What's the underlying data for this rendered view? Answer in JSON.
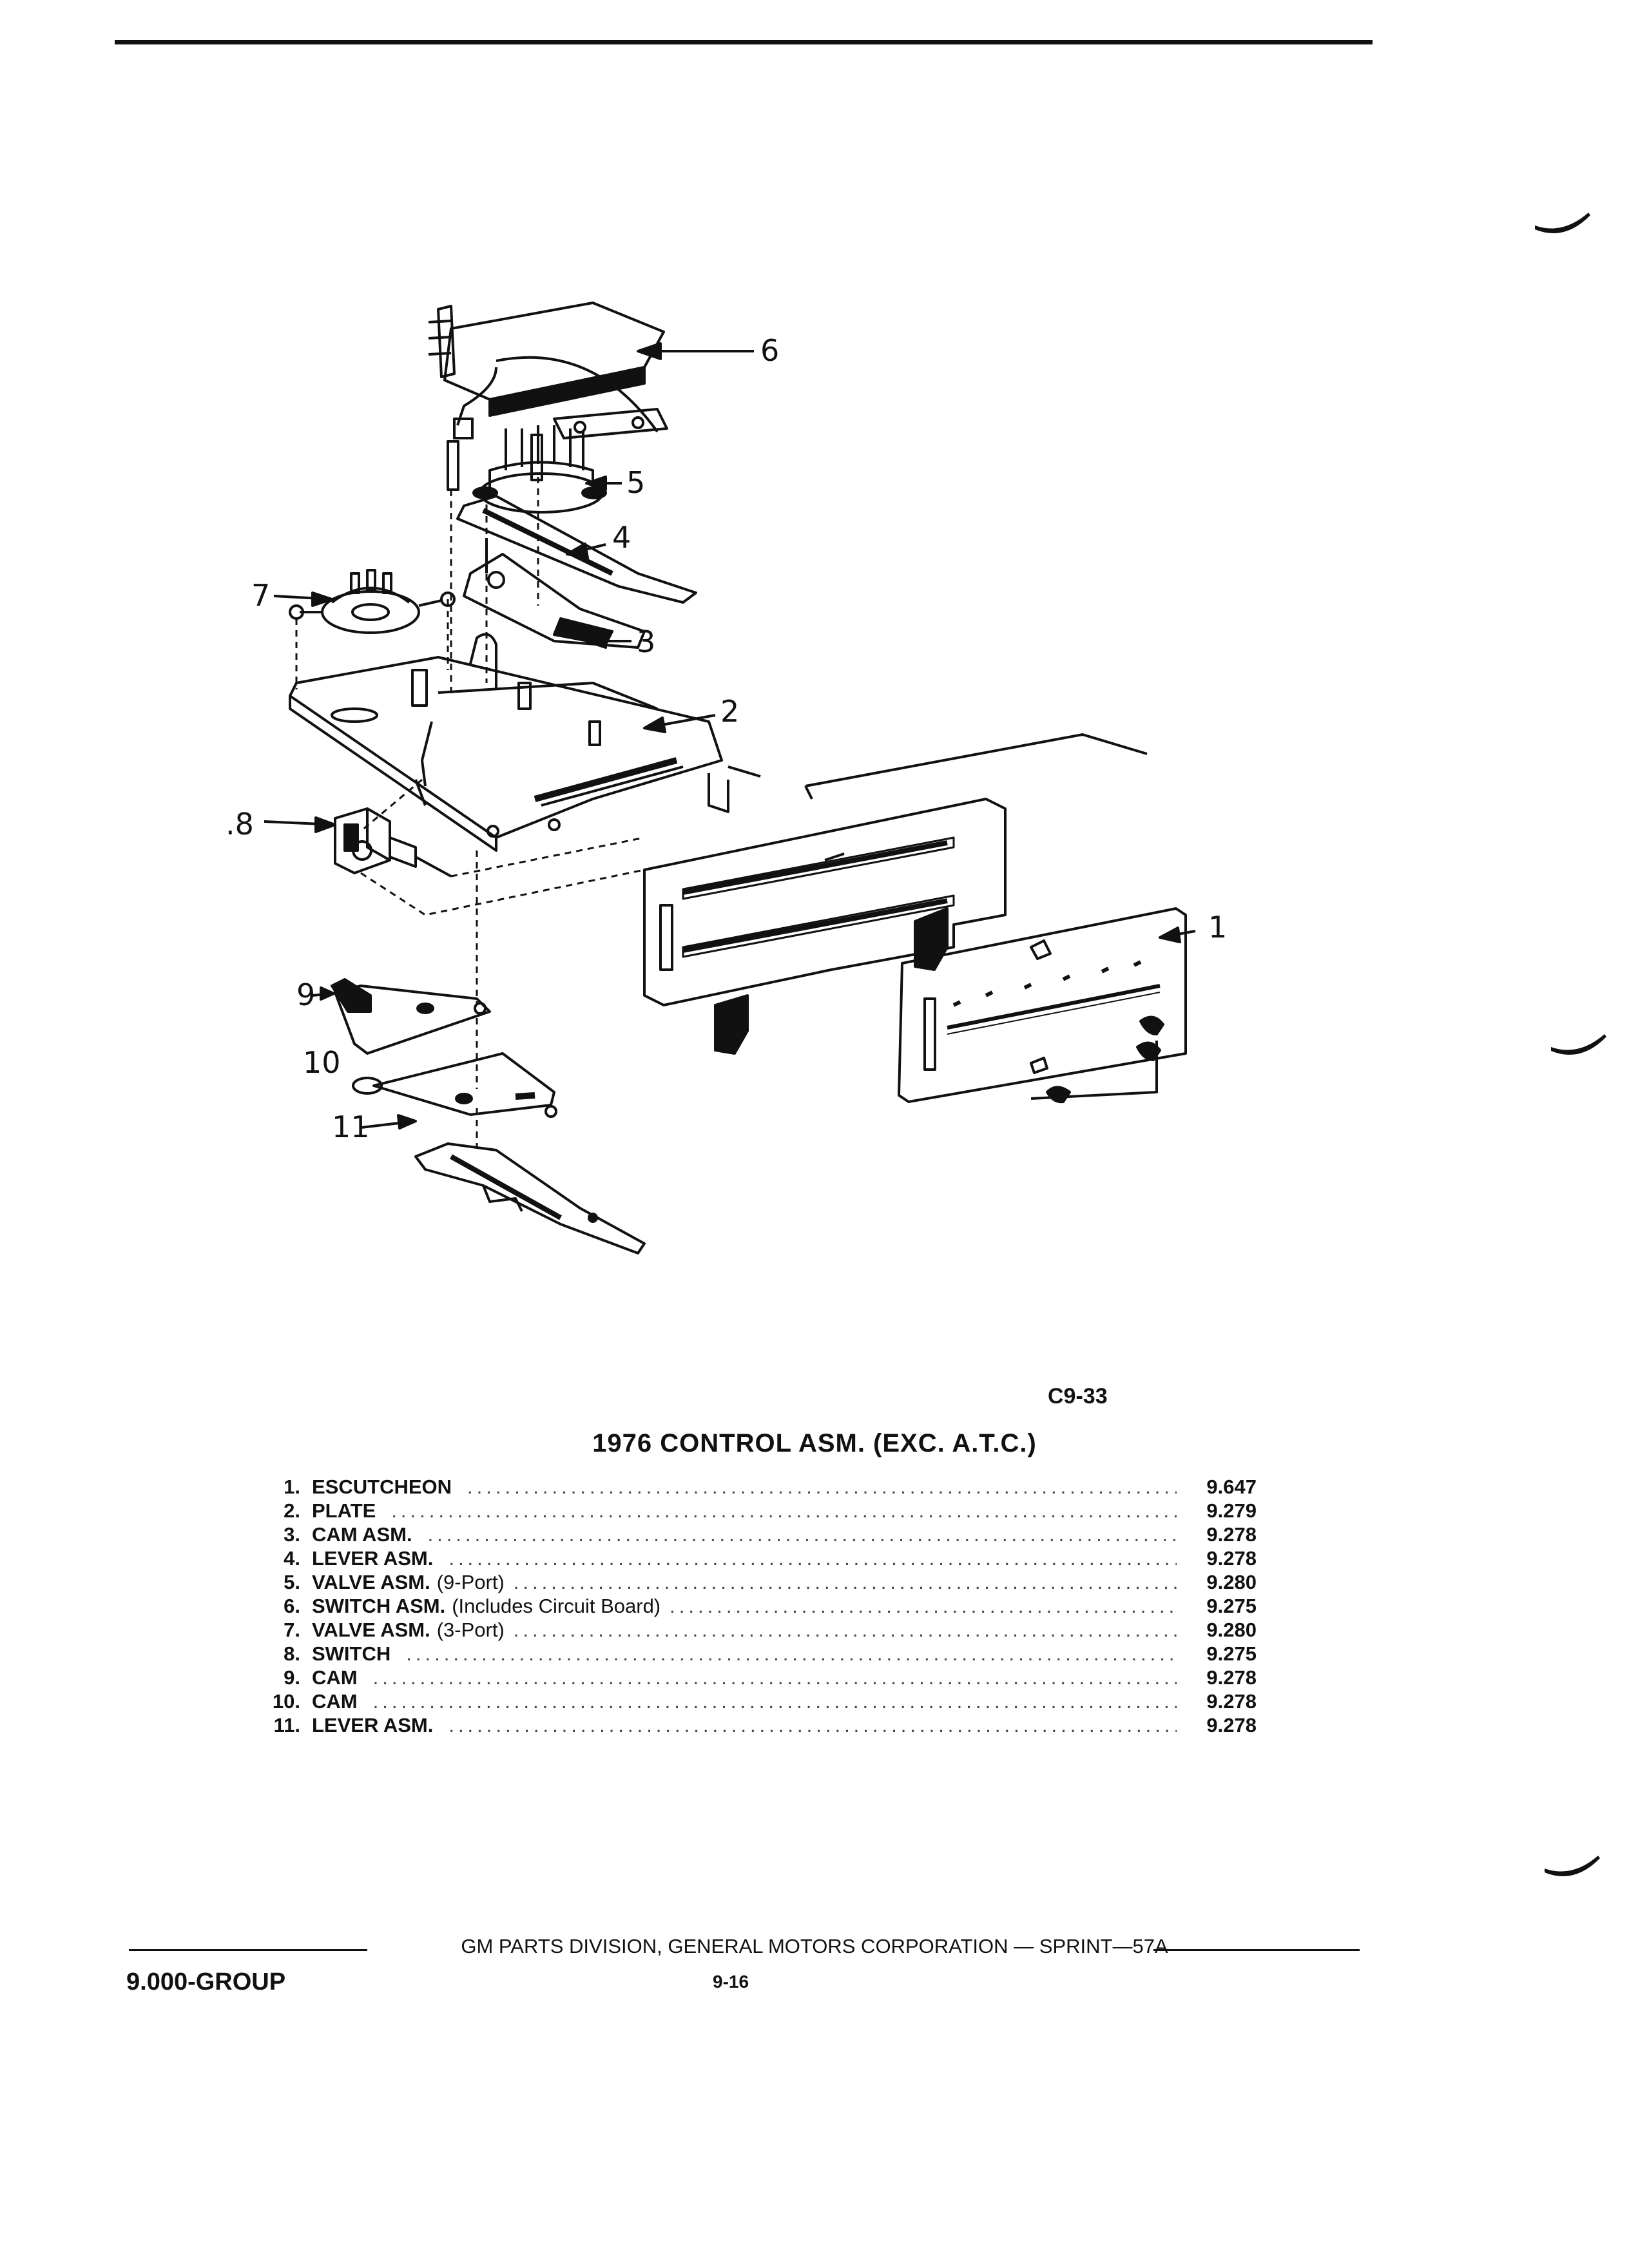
{
  "figure": {
    "code": "C9-33",
    "callouts": [
      "1",
      "2",
      "3",
      "4",
      "5",
      "6",
      "7",
      ".8",
      "9",
      "10",
      "11"
    ]
  },
  "parts_list": {
    "title": "1976 CONTROL ASM. (EXC. A.T.C.)",
    "items": [
      {
        "num": "1.",
        "name": "ESCUTCHEON",
        "note": "",
        "group": "9.647"
      },
      {
        "num": "2.",
        "name": "PLATE",
        "note": "",
        "group": "9.279"
      },
      {
        "num": "3.",
        "name": "CAM ASM.",
        "note": "",
        "group": "9.278"
      },
      {
        "num": "4.",
        "name": "LEVER ASM.",
        "note": "",
        "group": "9.278"
      },
      {
        "num": "5.",
        "name": "VALVE ASM.",
        "note": "(9-Port)",
        "group": "9.280"
      },
      {
        "num": "6.",
        "name": "SWITCH ASM.",
        "note": "(Includes Circuit Board)",
        "group": "9.275"
      },
      {
        "num": "7.",
        "name": "VALVE ASM.",
        "note": "(3-Port)",
        "group": "9.280"
      },
      {
        "num": "8.",
        "name": "SWITCH",
        "note": "",
        "group": "9.275"
      },
      {
        "num": "9.",
        "name": "CAM",
        "note": "",
        "group": "9.278"
      },
      {
        "num": "10.",
        "name": "CAM",
        "note": "",
        "group": "9.278"
      },
      {
        "num": "11.",
        "name": "LEVER ASM.",
        "note": "",
        "group": "9.278"
      }
    ]
  },
  "footer": {
    "publisher": "GM PARTS DIVISION, GENERAL MOTORS CORPORATION — SPRINT—57A",
    "group": "9.000-GROUP",
    "page": "9-16"
  }
}
